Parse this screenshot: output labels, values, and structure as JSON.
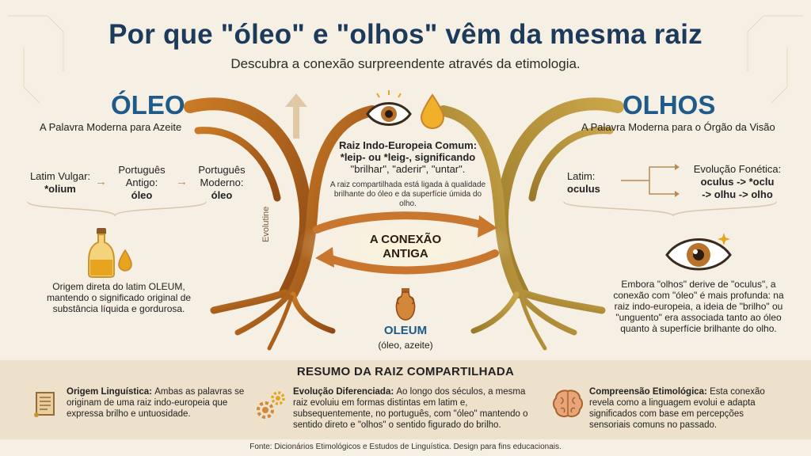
{
  "header": {
    "title": "Por que \"óleo\" e \"olhos\" vêm da mesma raiz",
    "subtitle": "Descubra a conexão surpreendente através da etimologia."
  },
  "left": {
    "word": "ÓLEO",
    "subtitle": "A Palavra Moderna para Azeite",
    "chain": [
      {
        "label": "Latim Vulgar:",
        "value": "*olium"
      },
      {
        "label": "Português Antigo:",
        "value": "óleo"
      },
      {
        "label": "Português Moderno:",
        "value": "óleo"
      }
    ],
    "description": "Origem direta do latim OLEUM, mantendo o significado original de substância líquida e gordurosa."
  },
  "right": {
    "word": "OLHOS",
    "subtitle": "A Palavra Moderna para o Órgão da Visão",
    "latin_label": "Latim:",
    "latin_value": "oculus",
    "evolution_label": "Evolução Fonética:",
    "evolution_line1": "oculus -> *oclu",
    "evolution_line2": "-> olhu -> olho",
    "description": "Embora \"olhos\" derive de \"oculus\", a conexão com \"óleo\" é mais profunda: na raiz indo-europeia, a ideia de \"brilho\" ou \"unguento\" era associada tanto ao óleo quanto à superfície brilhante do olho."
  },
  "root": {
    "heading": "Raiz Indo-Europeia Comum:",
    "forms": "*leip- ou *leig-, significando",
    "meanings": "\"brilhar\", \"aderir\", \"untar\".",
    "note": "A raiz compartilhada está ligada à qualidade brilhante do óleo e da superfície úmida do olho."
  },
  "center": {
    "connection_line1": "A CONEXÃO",
    "connection_line2": "ANTIGA",
    "trunk_label": "Evolutine",
    "oleum": "OLEUM",
    "oleum_sub": "(óleo, azeite)"
  },
  "summary": {
    "title": "RESUMO DA RAIZ COMPARTILHADA",
    "items": [
      {
        "heading": "Origem Linguística:",
        "text": "Ambas as palavras se originam de uma raiz indo-europeia que expressa brilho e untuosidade.",
        "icon": "scroll-icon"
      },
      {
        "heading": "Evolução Diferenciada:",
        "text": "Ao longo dos séculos, a mesma raiz evoluiu em formas distintas em latim e, subsequentemente, no português, com \"óleo\" mantendo o sentido direto e \"olhos\" o sentido figurado do brilho.",
        "icon": "gears-icon"
      },
      {
        "heading": "Compreensão Etimológica:",
        "text": "Esta conexão revela como a linguagem evolui e adapta significados com base em percepções sensoriais comuns no passado.",
        "icon": "brain-icon"
      }
    ]
  },
  "footer": "Fonte: Dicionários Etimológicos e Estudos de Linguística. Design para fins educacionais.",
  "colors": {
    "background": "#f6efe3",
    "title": "#1c3a5c",
    "accent_blue": "#1e5a8a",
    "root_left": "#b8641e",
    "root_right": "#b89a3a",
    "gold": "#e8a41e"
  }
}
